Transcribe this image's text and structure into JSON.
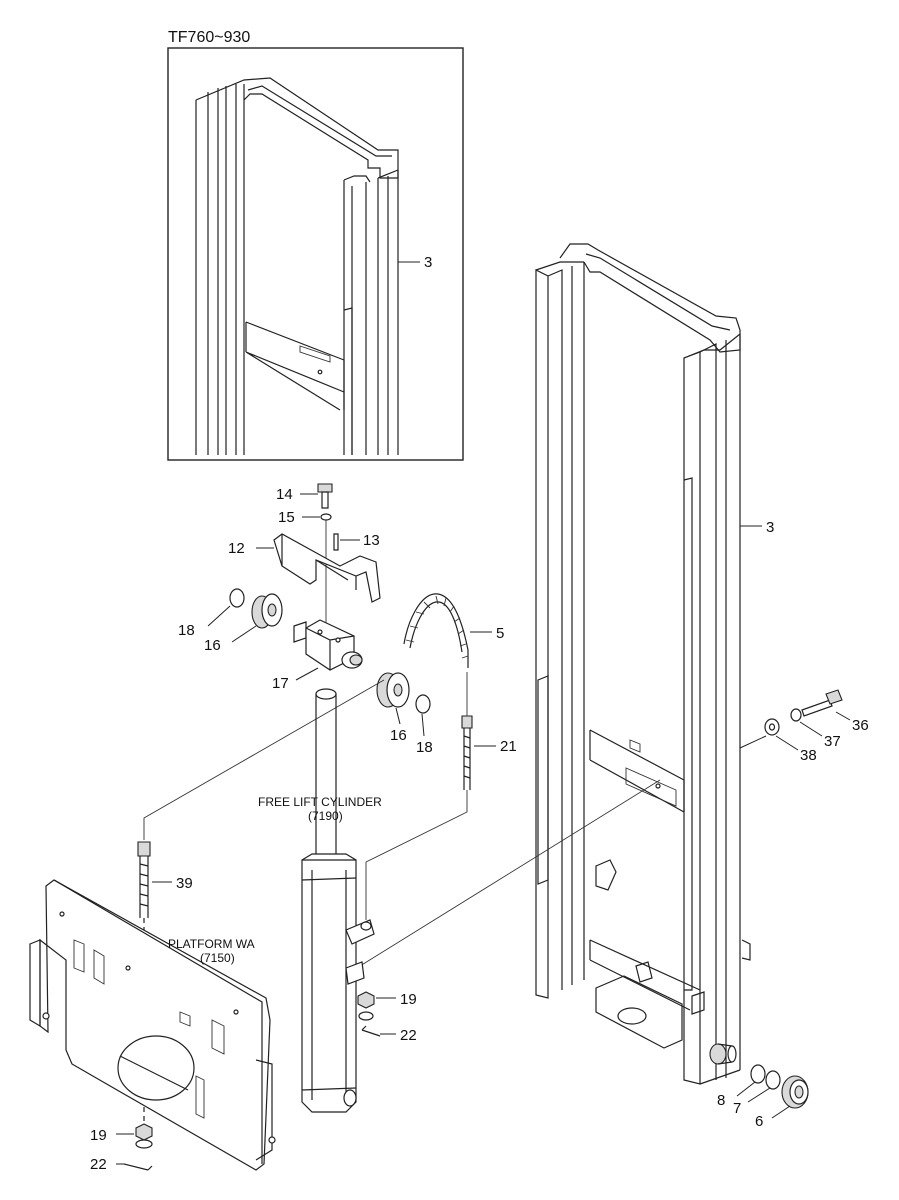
{
  "inset": {
    "title": "TF760~930",
    "part_label": "3"
  },
  "assemblies": {
    "free_lift_cylinder": {
      "name": "FREE LIFT CYLINDER",
      "code": "(7190)"
    },
    "platform": {
      "name": "PLATFORM WA",
      "code": "(7150)"
    }
  },
  "parts": {
    "p3": "3",
    "p5": "5",
    "p6": "6",
    "p7": "7",
    "p8": "8",
    "p12": "12",
    "p13": "13",
    "p14": "14",
    "p15": "15",
    "p16a": "16",
    "p16b": "16",
    "p17": "17",
    "p18a": "18",
    "p18b": "18",
    "p19a": "19",
    "p19b": "19",
    "p21": "21",
    "p22a": "22",
    "p22b": "22",
    "p36": "36",
    "p37": "37",
    "p38": "38",
    "p39": "39"
  }
}
